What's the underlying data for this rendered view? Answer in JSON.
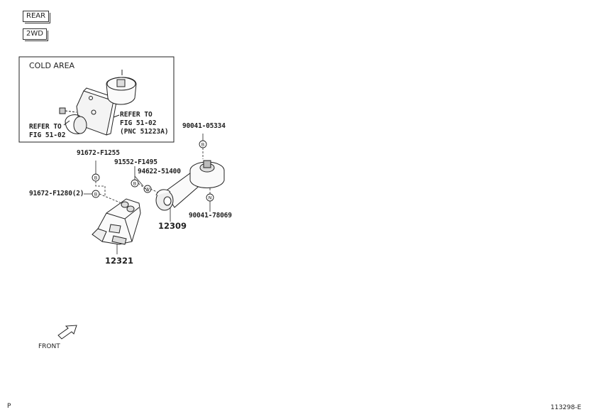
{
  "tags": {
    "rear": "REAR",
    "drive": "2WD"
  },
  "inset": {
    "title": "COLD AREA",
    "refer_left": [
      "REFER TO",
      "FIG 51-02"
    ],
    "refer_right": [
      "REFER TO",
      "FIG 51-02",
      "(PNC 51223A)"
    ]
  },
  "parts": {
    "p_90041_05334": "90041-05334",
    "p_91672_f1255": "91672-F1255",
    "p_91552_f1495": "91552-F1495",
    "p_94622_51400": "94622-51400",
    "p_91672_f1280": "91672-F1280(2)",
    "p_90041_78069": "90041-78069",
    "p_12309": "12309",
    "p_12321": "12321"
  },
  "symbols": {
    "bolt": "B",
    "washer": "W",
    "nut": "N"
  },
  "front_label": "FRONT",
  "footer": {
    "left": "P",
    "right": "113298-E"
  }
}
